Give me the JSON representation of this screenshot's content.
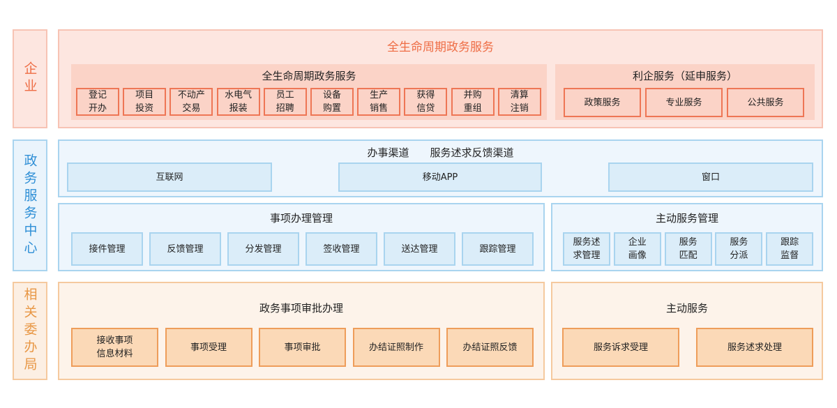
{
  "enterprise": {
    "side_label": "企业",
    "title": "全生命周期政务服务",
    "lifecycle": {
      "title": "全生命周期政务服务",
      "items": [
        {
          "l1": "登记",
          "l2": "开办"
        },
        {
          "l1": "项目",
          "l2": "投资"
        },
        {
          "l1": "不动产",
          "l2": "交易"
        },
        {
          "l1": "水电气",
          "l2": "报装"
        },
        {
          "l1": "员工",
          "l2": "招聘"
        },
        {
          "l1": "设备",
          "l2": "购置"
        },
        {
          "l1": "生产",
          "l2": "销售"
        },
        {
          "l1": "获得",
          "l2": "信贷"
        },
        {
          "l1": "并购",
          "l2": "重组"
        },
        {
          "l1": "清算",
          "l2": "注销"
        }
      ]
    },
    "benefit": {
      "title": "利企服务（延申服务）",
      "items": [
        "政策服务",
        "专业服务",
        "公共服务"
      ]
    }
  },
  "gov_center": {
    "side_label": "政务服务中心",
    "channels": {
      "title_a": "办事渠道",
      "title_b": "服务述求反馈渠道",
      "items": [
        "互联网",
        "移动APP",
        "窗口"
      ]
    },
    "matter_mgmt": {
      "title": "事项办理管理",
      "items": [
        "接件管理",
        "反馈管理",
        "分发管理",
        "签收管理",
        "送达管理",
        "跟踪管理"
      ]
    },
    "active_mgmt": {
      "title": "主动服务管理",
      "items": [
        {
          "l1": "服务述",
          "l2": "求管理"
        },
        {
          "l1": "企业",
          "l2": "画像"
        },
        {
          "l1": "服务",
          "l2": "匹配"
        },
        {
          "l1": "服务",
          "l2": "分派"
        },
        {
          "l1": "跟踪",
          "l2": "监督"
        }
      ]
    }
  },
  "committee": {
    "side_label": "相关委办局",
    "approval": {
      "title": "政务事项审批办理",
      "items": [
        {
          "l1": "接收事项",
          "l2": "信息材料"
        },
        {
          "l1": "事项受理",
          "l2": ""
        },
        {
          "l1": "事项审批",
          "l2": ""
        },
        {
          "l1": "办结证照制作",
          "l2": ""
        },
        {
          "l1": "办结证照反馈",
          "l2": ""
        }
      ]
    },
    "active": {
      "title": "主动服务",
      "items": [
        "服务诉求受理",
        "服务述求处理"
      ]
    }
  }
}
